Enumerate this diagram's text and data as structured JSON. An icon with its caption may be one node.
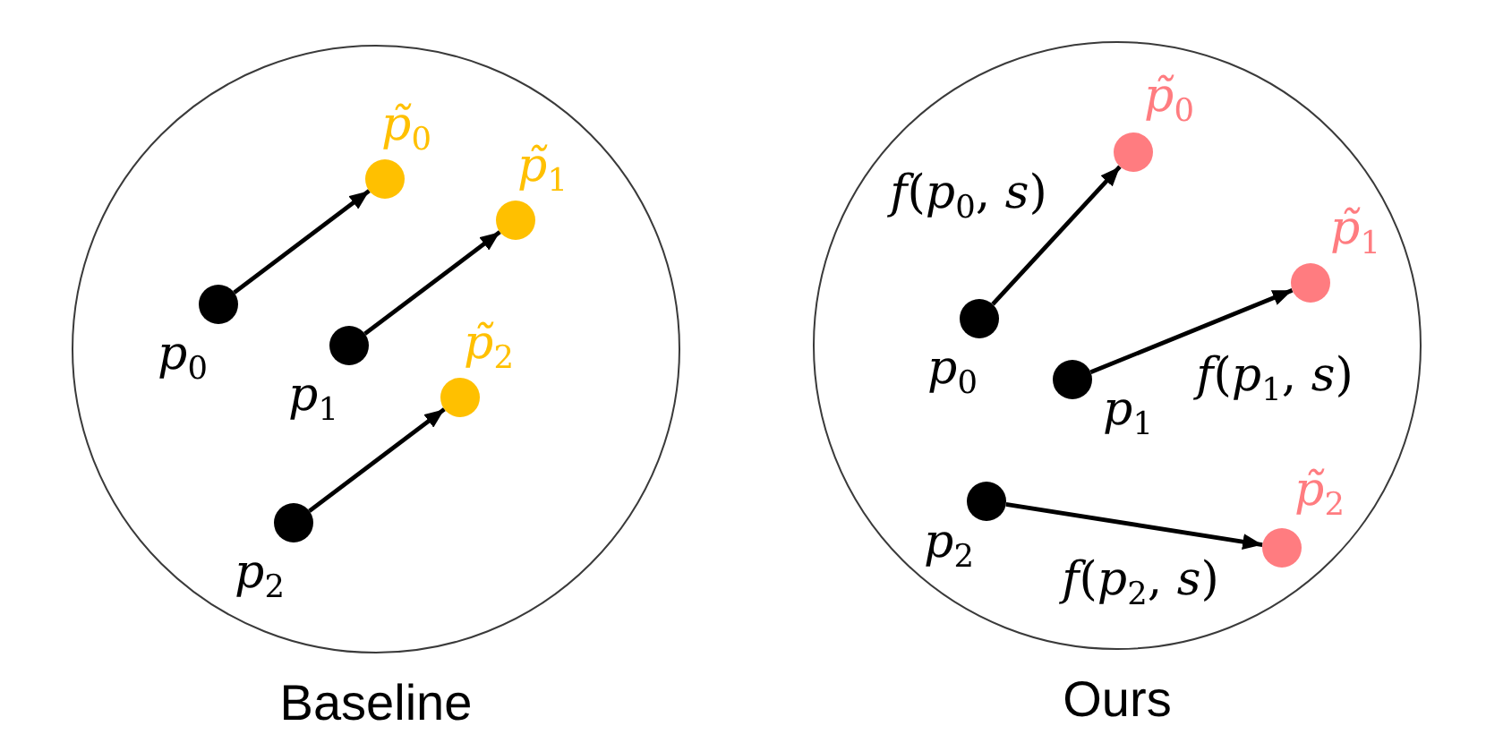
{
  "diagram": {
    "nodes": [
      {
        "text": [
          "Baseline"
        ]
      },
      {
        "text": [],
        "shape": "circle",
        "in": 0,
        "beside": [
          "*p*$_{0}$"
        ]
      },
      {
        "text": [],
        "shape": "circle",
        "in": 0,
        "beside": [
          "*p̃*$_{0}$"
        ]
      },
      {
        "text": [],
        "shape": "circle",
        "in": 0,
        "beside": [
          "*p*$_{1}$"
        ]
      },
      {
        "text": [],
        "shape": "circle",
        "in": 0,
        "beside": [
          "*p̃*$_{1}$"
        ]
      },
      {
        "text": [],
        "shape": "circle",
        "in": 0,
        "beside": [
          "*p*$_{2}$"
        ]
      },
      {
        "text": [],
        "shape": "circle",
        "in": 0,
        "beside": [
          "*p̃*$_{2}$"
        ]
      },
      {
        "text": [
          "Ours"
        ]
      },
      {
        "text": [],
        "shape": "circle",
        "in": 7,
        "beside": [
          "*p*$_{0}$"
        ]
      },
      {
        "text": [],
        "shape": "circle",
        "in": 7,
        "beside": [
          "*p̃*$_{0}$"
        ]
      },
      {
        "text": [],
        "shape": "circle",
        "in": 7,
        "beside": [
          "*p*$_{1}$"
        ]
      },
      {
        "text": [],
        "shape": "circle",
        "in": 7,
        "beside": [
          "*p̃*$_{1}$"
        ]
      },
      {
        "text": [],
        "shape": "circle",
        "in": 7,
        "beside": [
          "*p*$_{2}$"
        ]
      },
      {
        "text": [],
        "shape": "circle",
        "in": 7,
        "beside": [
          "*p̃*$_{2}$"
        ]
      }
    ],
    "edges": [
      {
        "from": 1,
        "to": 2,
        "arrow": "to"
      },
      {
        "from": 3,
        "to": 4,
        "arrow": "to"
      },
      {
        "from": 5,
        "to": 6,
        "arrow": "to"
      },
      {
        "from": 8,
        "to": 9,
        "arrow": "to",
        "label": "*f*(*p*$_{0}$, *s*)"
      },
      {
        "from": 10,
        "to": 11,
        "arrow": "to",
        "label": "*f*(*p*$_{1}$, *s*)"
      },
      {
        "from": 12,
        "to": 13,
        "arrow": "to",
        "label": "*f*(*p*$_{2}$, *s*)"
      }
    ]
  }
}
